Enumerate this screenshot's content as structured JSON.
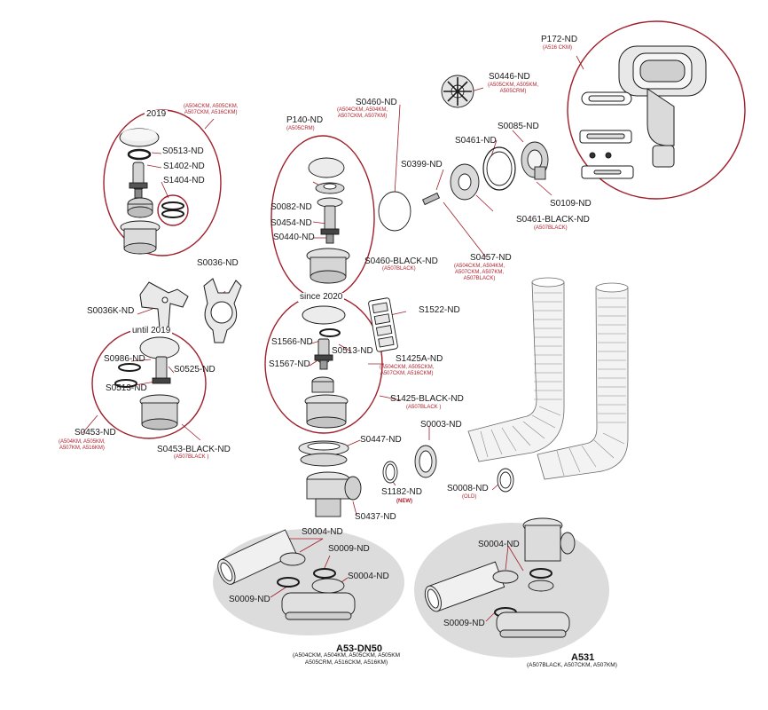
{
  "colors": {
    "accent": "#a01e2a",
    "outline": "#1a1a1a",
    "kit_bg": "#dcdcdc"
  },
  "groups": {
    "g2019": "2019",
    "g_since2020": "since 2020",
    "g_until2019": "until 2019"
  },
  "parts": {
    "p172": "P172-ND",
    "p172_sub": "(A516 CKM)",
    "s0446": "S0446-ND",
    "s0446_sub": "(A505CKM, A505KM,\nA505CRM)",
    "s0460": "S0460-ND",
    "s0460_sub": "(A504CKM, A504KM,\nA507CKM, A507KM)",
    "s0085": "S0085-ND",
    "s0461": "S0461-ND",
    "s0399": "S0399-ND",
    "s0109": "S0109-ND",
    "s0461b": "S0461-BLACK-ND",
    "s0461b_sub": "(A507BLACK)",
    "s0457": "S0457-ND",
    "s0457_sub": "(A504CKM, A504KM,\nA507CKM, A507KM,\nA507BLACK)",
    "s0460b": "S0460-BLACK-ND",
    "s0460b_sub": "(A507BLACK)",
    "p140": "P140-ND",
    "p140_sub": "(A505CRM)",
    "s0082": "S0082-ND",
    "s0454": "S0454-ND",
    "s0440": "S0440-ND",
    "g2019_sub": "(A504CKM, A505CKM,\nA507CKM, A516CKM)",
    "s0513a": "S0513-ND",
    "s1402": "S1402-ND",
    "s1404": "S1404-ND",
    "s0036": "S0036-ND",
    "s0036k": "S0036K-ND",
    "s0986": "S0986-ND",
    "s0525": "S0525-ND",
    "s0513b": "S0513-ND",
    "s0453": "S0453-ND",
    "s0453_sub": "(A504KM, A505KM,\nA507KM, A516KM)",
    "s0453b": "S0453-BLACK-ND",
    "s0453b_sub": "(A507BLACK )",
    "s1522": "S1522-ND",
    "s1566": "S1566-ND",
    "s0513c": "S0513-ND",
    "s1567": "S1567-ND",
    "s1425a": "S1425A-ND",
    "s1425a_sub": "(A504CKM, A505CKM,\nA507CKM, A516CKM)",
    "s1425b": "S1425-BLACK-ND",
    "s1425b_sub": "(A507BLACK )",
    "s0447": "S0447-ND",
    "s0003": "S0003-ND",
    "s1182": "S1182-ND",
    "s1182_new": "(NEW)",
    "s0008": "S0008-ND",
    "s0008_sub": "(OLD)",
    "s0437": "S0437-ND",
    "s0004a": "S0004-ND",
    "s0009a": "S0009-ND",
    "s0004b": "S0004-ND",
    "s0009b": "S0009-ND",
    "s0004c": "S0004-ND",
    "s0009c": "S0009-ND"
  },
  "kits": {
    "a53_title": "A53-DN50",
    "a53_sub": "(A504CKM, A504KM, A505CKM, A505KM\nA505CRM, A516CKM, A516KM)",
    "a531_title": "A531",
    "a531_sub": "(A507BLACK, A507CKM, A507KM)"
  }
}
